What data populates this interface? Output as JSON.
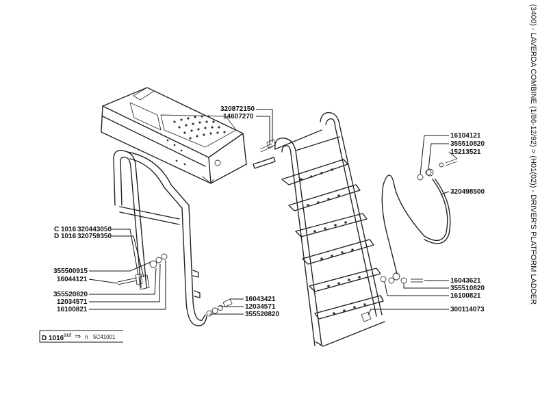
{
  "title": "(3400) - LAVERDA COMBINE (1/86-12/92) > (H01(02)) - DRIVER'S PLATFORM LADDER",
  "parts": {
    "p320872150": "320872150",
    "p14607270": "14607270",
    "p16104121_r": "16104121",
    "p355510820_r": "355510820",
    "p15213521": "15213521",
    "p320498500": "320498500",
    "c_label": "C 1016",
    "c_code": "320443050",
    "d_label": "D 1016",
    "d_code": "320759350",
    "p355500915": "355500915",
    "p16044121": "16044121",
    "p355520820_l": "355520820",
    "p12034571_l": "12034571",
    "p16100821_l": "16100821",
    "p16043421": "16043421",
    "p12034571_m": "12034571",
    "p355520820_m": "355520820",
    "p16043621": "16043621",
    "p355510820_b": "355510820",
    "p16100821_b": "16100821",
    "p300114073": "300114073"
  },
  "note": {
    "model": "D 1016",
    "aut": "aut",
    "arrow": "⇒",
    "n": "n",
    "serial": "5C41001"
  }
}
